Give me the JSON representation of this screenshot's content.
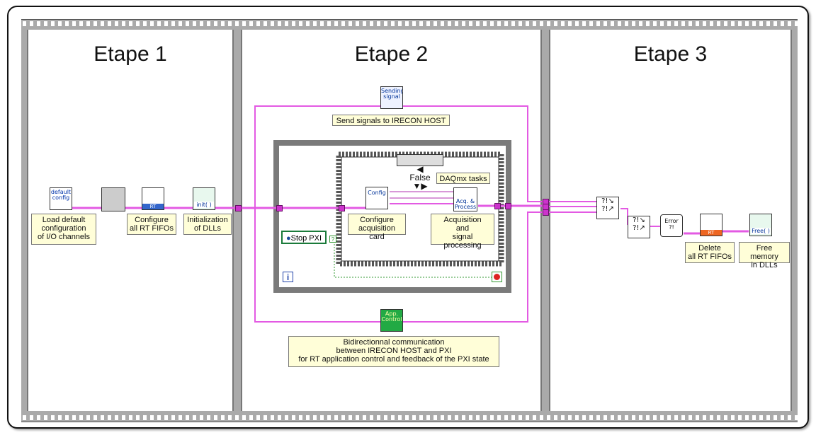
{
  "stages": [
    {
      "title": "Etape 1"
    },
    {
      "title": "Etape 2"
    },
    {
      "title": "Etape 3"
    }
  ],
  "stage1": {
    "load_default_label": "Load default\nconfiguration\nof I/O channels",
    "load_default_icon_text": "default\nconfig",
    "configure_fifos_label": "Configure\nall RT FIFOs",
    "configure_fifos_icon_text": "RT",
    "init_dlls_label": "Initialization\nof DLLs",
    "init_icon_text": "init( )"
  },
  "stage2": {
    "send_signals_label": "Send signals to IRECON HOST",
    "send_signals_icon_text": "Sending\nsignal",
    "case_selector": "False",
    "daqmx_label": "DAQmx tasks",
    "configure_card_label": "Configure\nacquisition card",
    "config_icon_text": "Config",
    "acq_label": "Acquisition\nand\nsignal processing",
    "acq_icon_text": "Acq. &\nProcess",
    "stop_button_label": "Stop PXI",
    "loop_index": "i",
    "bidir_label": "Bidirectionnal communication\nbetween IRECON HOST and PXI\nfor RT application control and feedback of the PXI state",
    "app_control_icon_text": "App.\nControl"
  },
  "stage3": {
    "error_icon_text": "Error\n?!",
    "delete_fifos_label": "Delete\nall RT FIFOs",
    "delete_icon_text": "RT",
    "free_memory_label": "Free memory\nin DLLs",
    "free_icon_text": "Free( )"
  },
  "colors": {
    "wire": "#e35ae3",
    "tunnel": "#cc33cc",
    "label_bg": "#fffed8",
    "film": "#aaaaaa",
    "loop_border": "#7a7a7a"
  }
}
